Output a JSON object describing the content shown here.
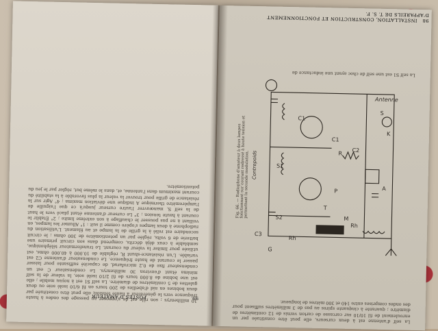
{
  "left_page": {
    "running_head": "POSTES D'AMATEUR",
    "page_number": "99",
    "text": "10 millihenrys ; son rôle est de s'opposer au passage des ondes à haute fréquence vers le générateur à haute tension; elle peut être constituée par deux bobines en nid d'abeilles de 200 tours en fil 6/10 isolé soie ou deux galettes de 5 centimètres de diamètre. La self S1 est à noyau mobile ; elle est une bobine de 8.000 tours de fil 2/10 isolé soie, la valeur de la self minima étant d'environ 30 millihenrys. Le condensateur C est un condensateur fixe de 0,2 microfarad, de capacité suffisante pour laisser passer le courant de haute fréquence. Le condensateur d'antenne C2 est variable. L'un résistance-shunt R, réglable de 10.000 à 40.000 ohms, est utilisée pour limiter la valeur du courant. Le transformateur téléphonique, semblable à ceux déjà décrits, comprend dans son circuit primaire une batterie de 6 volts, réglée par un potentiomètre de 300 ohms ; le circuit secondaire est relié à la grille de la lampe et au filament. L'utilisation du radiophone à deux lampes s'opère comme il suit : 1° Allumer les lampes, en veillant à ne pas pousser le chauffage à son extrême limite ; 2° Établir le courant à haute tension ; 3° Le curseur d'antenne étant placé vers le haut de la self S, manœuvrer l'autre curseur jusqu'à ce que l'aiguille de l'ampèremètre thermique A indique une déviation maxima ; 4° Agir sur la résistance de grille pour trouver la valeur la plus favorable à la stabilité du courant maximum dans l'antenne, et, dans le même but, régler par le jeu du potentiomètre."
  },
  "right_page": {
    "running_head": "INSTALLATION, CONSTRUCTION ET FONCTIONNEMENT D'APPAREILS DE T. S. F.",
    "page_number": "98",
    "top_text": "La self d'antenne est à deux curseurs, elle peut être constituée par un enroulement de fil 10/10 sur carcasse de carton vernis de 12 centimètres de diamètre ; quarante à cinquante spires au pas de 3 millimètres suffisent pour des ondes comprises entre 140 et 300 mètres de longueur.",
    "bottom_text": "La self S1 est une self de choc ayant une inductance de",
    "figure_caption": "Fig. 66. — Radiophone d'amateur à deux lampes fonctionnant sur courant redressé à haute tension et permettant la seconde modulation."
  },
  "diagram_labels": {
    "antenna": "Antenne",
    "counterpoise": "Contrepoids",
    "labels": [
      "S",
      "K",
      "C2",
      "C1",
      "C1",
      "S1",
      "R",
      "S2",
      "P",
      "T",
      "M",
      "Rh",
      "Rh",
      "A",
      "G",
      "C3"
    ]
  }
}
